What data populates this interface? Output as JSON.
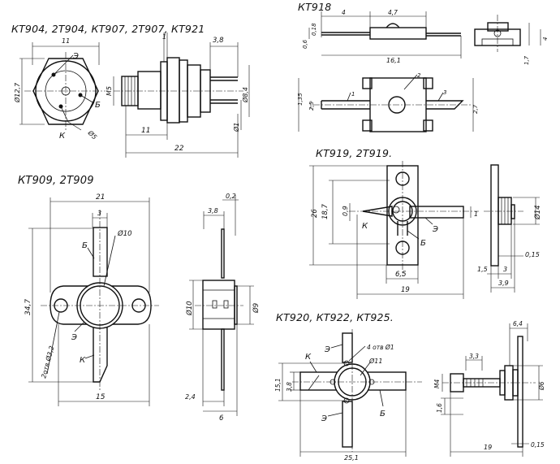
{
  "headings": {
    "kt904": "КТ904, 2Т904, КТ907, 2Т907, КТ921",
    "kt918": "КТ918",
    "kt909": "КТ909, 2Т909",
    "kt919": "КТ919, 2Т919.",
    "kt920": "КТ920, КТ922, КТ925."
  },
  "kt904": {
    "d_width": "11",
    "d_diam": "Ø12,7",
    "pin_e": "Э",
    "pin_b": "Б",
    "pin_k": "К",
    "d_pins": "Ø5",
    "d_1": "1",
    "d_38": "3,8",
    "d_m5": "М5",
    "d_84": "Ø8,4",
    "d_d1": "Ø1",
    "d_11": "11",
    "d_22": "22"
  },
  "kt918": {
    "d_4": "4",
    "d_47": "4,7",
    "d_06": "0,6",
    "d_018": "0,18",
    "d_161": "16,1",
    "d_17": "1,7",
    "d_4b": "4",
    "d_135": "1,35",
    "d_25": "2,5",
    "d_27": "2,7",
    "pin_1": "1",
    "pin_2": "2",
    "pin_3": "3"
  },
  "kt909": {
    "d_21": "21",
    "d_3": "3",
    "pin_b": "Б",
    "d_10": "Ø10",
    "d_347": "34,7",
    "d_holes": "2отв Ø3,2",
    "pin_e": "Э",
    "pin_k": "К",
    "d_15": "15",
    "d_02": "0,2",
    "d_38": "3,8",
    "d_10b": "Ø10",
    "d_9": "Ø9",
    "d_24": "2,4",
    "d_6": "6"
  },
  "kt919": {
    "d_26": "26",
    "d_187": "18,7",
    "d_09": "0,9",
    "pin_k": "К",
    "pin_e": "Э",
    "pin_b": "Б",
    "d_1": "1",
    "d_65": "6,5",
    "d_19": "19",
    "d_14": "Ø14",
    "d_015": "0,15",
    "d_15": "1,5",
    "d_3": "3",
    "d_39": "3,9"
  },
  "kt920": {
    "pin_k": "К",
    "pin_e1": "Э",
    "pin_e2": "Э",
    "pin_b": "Б",
    "d_holes": "4 отв Ø1",
    "d_11": "Ø11",
    "d_38": "3,8",
    "d_151": "15,1",
    "d_251": "25,1",
    "d_64": "6,4",
    "d_33": "3,3",
    "d_m4": "М4",
    "d_16": "1,6",
    "d_d6": "Ø6",
    "d_19": "19",
    "d_015": "0,15"
  }
}
